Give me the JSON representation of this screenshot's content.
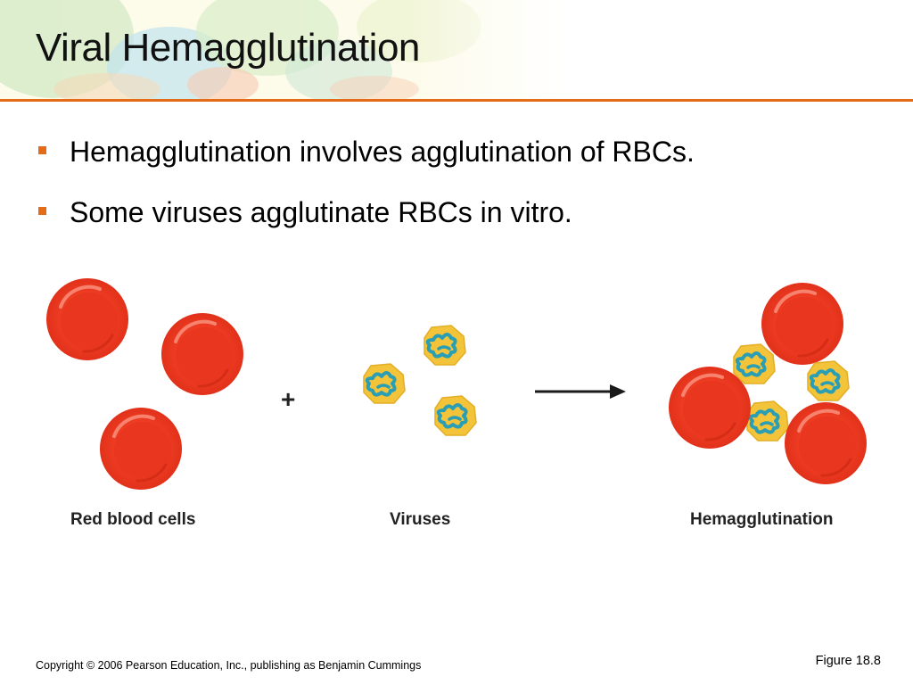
{
  "slide": {
    "title": "Viral Hemagglutination",
    "bullets": [
      "Hemagglutination involves agglutination of RBCs.",
      "Some viruses agglutinate RBCs in vitro."
    ]
  },
  "figure": {
    "operator": "+",
    "labels": {
      "red_blood_cells": "Red blood cells",
      "viruses": "Viruses",
      "hemagglutination": "Hemagglutination"
    }
  },
  "footer": {
    "copyright": "Copyright © 2006 Pearson Education, Inc., publishing as Benjamin Cummings",
    "figure_ref": "Figure 18.8"
  },
  "colors": {
    "accent": "#e46c19",
    "rbc": "#ee3b24",
    "virus_capsid": "#f3c43a",
    "virus_core": "#2a9eb4"
  }
}
